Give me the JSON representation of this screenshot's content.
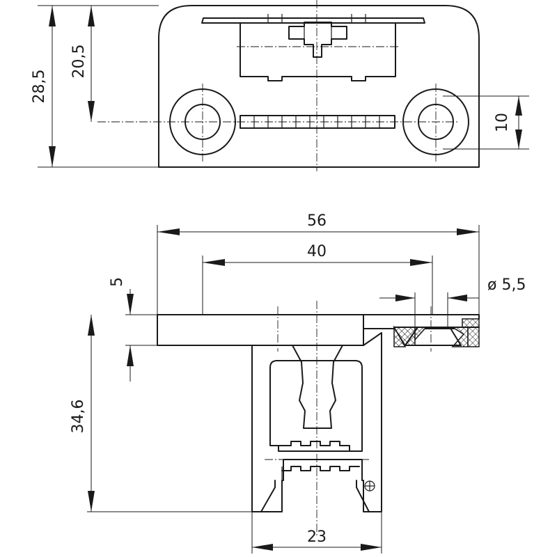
{
  "dimensions": {
    "top_height_overall": "28,5",
    "top_height_to_center": "20,5",
    "top_hole_diameter_height": "10",
    "width_overall": "56",
    "hole_spacing": "40",
    "plate_thickness": "5",
    "hole_diameter": "ø 5,5",
    "body_height": "34,6",
    "body_width": "23"
  }
}
